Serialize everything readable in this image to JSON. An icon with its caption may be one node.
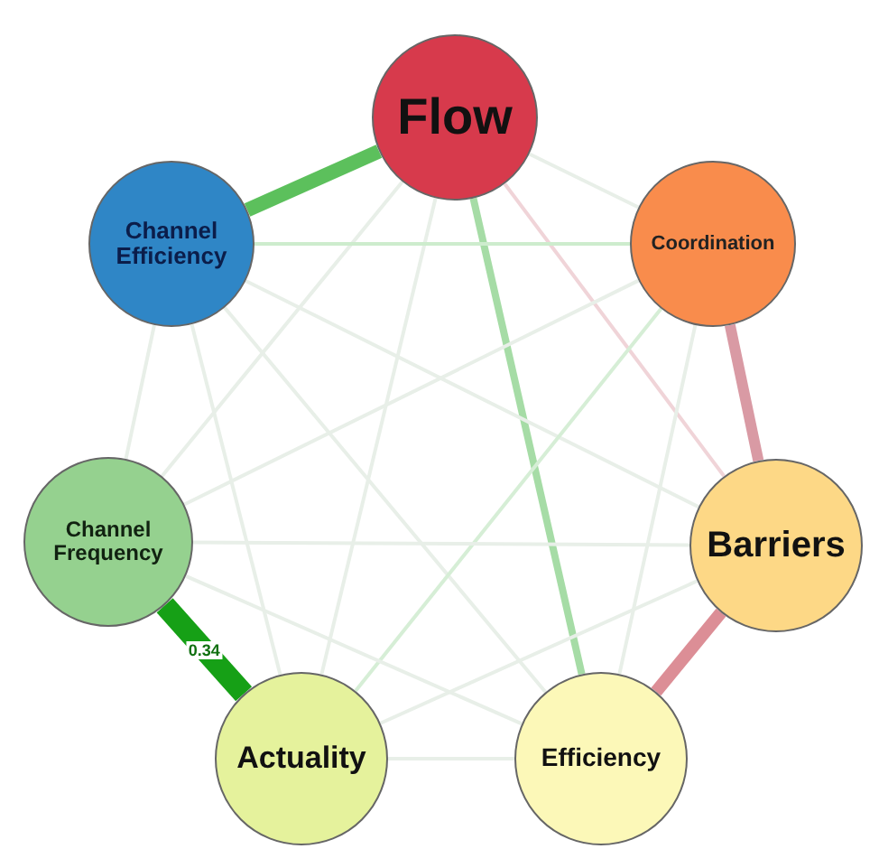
{
  "diagram": {
    "nodes": [
      {
        "text": [
          "Flow"
        ]
      },
      {
        "text": [
          "Channel Efficiency"
        ]
      },
      {
        "text": [
          "Coordination"
        ]
      },
      {
        "text": [
          "Channel Frequency"
        ]
      },
      {
        "text": [
          "Barriers"
        ]
      },
      {
        "text": [
          "Actuality"
        ]
      },
      {
        "text": [
          "Efficiency"
        ]
      }
    ],
    "edges": [
      {
        "from": 0,
        "to": 1,
        "arrow": "none",
        "style": "thick",
        "color": "#5cc05c"
      },
      {
        "from": 0,
        "to": 2,
        "arrow": "none"
      },
      {
        "from": 0,
        "to": 3,
        "arrow": "none"
      },
      {
        "from": 0,
        "to": 4,
        "arrow": "none",
        "color": "#f0d4d8"
      },
      {
        "from": 0,
        "to": 5,
        "arrow": "none"
      },
      {
        "from": 0,
        "to": 6,
        "arrow": "none",
        "style": "thick",
        "color": "#a6dca6"
      },
      {
        "from": 1,
        "to": 2,
        "arrow": "none",
        "color": "#cdeccd"
      },
      {
        "from": 1,
        "to": 3,
        "arrow": "none"
      },
      {
        "from": 1,
        "to": 4,
        "arrow": "none"
      },
      {
        "from": 1,
        "to": 5,
        "arrow": "none"
      },
      {
        "from": 1,
        "to": 6,
        "arrow": "none"
      },
      {
        "from": 2,
        "to": 3,
        "arrow": "none"
      },
      {
        "from": 2,
        "to": 4,
        "arrow": "none",
        "style": "thick",
        "color": "#d99aa4"
      },
      {
        "from": 2,
        "to": 5,
        "arrow": "none",
        "color": "#d6eed6"
      },
      {
        "from": 2,
        "to": 6,
        "arrow": "none"
      },
      {
        "from": 3,
        "to": 4,
        "arrow": "none"
      },
      {
        "from": 3,
        "to": 5,
        "label": "0.34",
        "arrow": "none",
        "style": "thick",
        "color": "#16a016"
      },
      {
        "from": 3,
        "to": 6,
        "arrow": "none"
      },
      {
        "from": 4,
        "to": 5,
        "arrow": "none"
      },
      {
        "from": 4,
        "to": 6,
        "arrow": "none",
        "style": "thick",
        "color": "#dc8e96"
      },
      {
        "from": 5,
        "to": 6,
        "arrow": "none"
      }
    ]
  }
}
